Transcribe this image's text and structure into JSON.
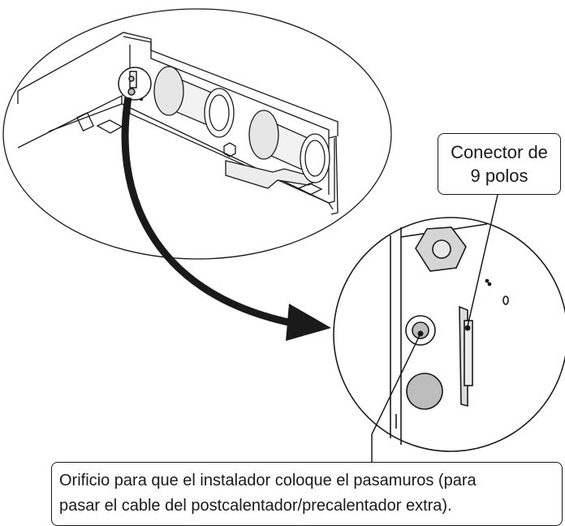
{
  "callouts": {
    "connector": {
      "line1": "Conector de",
      "line2": "9 polos"
    },
    "hole": {
      "line1": "Orificio para que el instalador coloque el pasamuros (para",
      "line2": "pasar el cable del postcalentador/precalentador extra)."
    }
  },
  "colors": {
    "stroke": "#1a1a1a",
    "arrow": "#1a1a1a",
    "grommet": "#bdbdbd",
    "background": "#ffffff"
  }
}
